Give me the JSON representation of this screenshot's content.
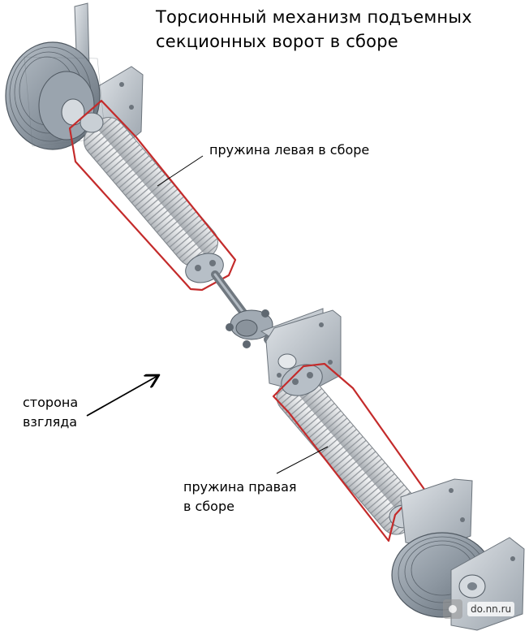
{
  "title_line1": "Торсионный механизм подъемных",
  "title_line2": "секционных ворот в сборе",
  "labels": {
    "spring_left": "пружина левая в сборе",
    "spring_right_line1": "пружина правая",
    "spring_right_line2": "в сборе",
    "view_side_line1": "сторона",
    "view_side_line2": "взгляда"
  },
  "watermark": "do.nn.ru",
  "colors": {
    "highlight": "#c42b2b",
    "metal_light": "#d2d7dc",
    "metal_dark": "#7d8791",
    "spring": "#e8e9ea",
    "text": "#000000"
  }
}
